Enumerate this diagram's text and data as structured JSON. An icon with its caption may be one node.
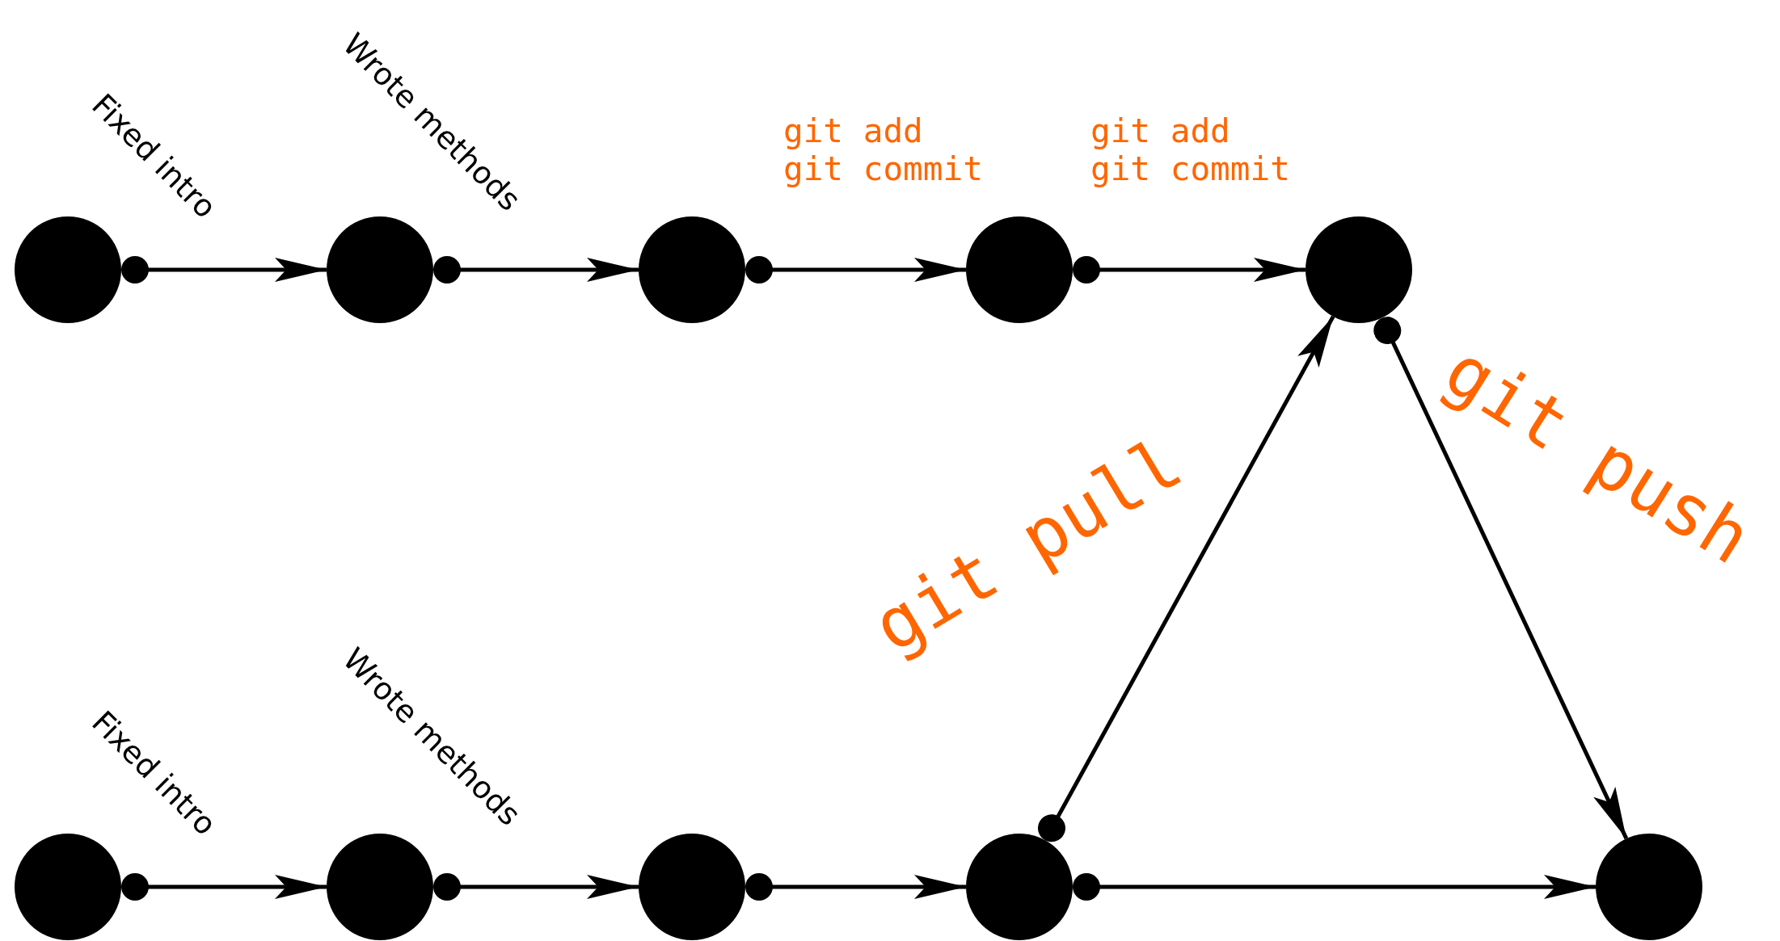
{
  "diagram": {
    "nodes": [
      {
        "text": [],
        "shape": "circle"
      },
      {
        "text": [],
        "shape": "circle"
      },
      {
        "text": [],
        "shape": "circle"
      },
      {
        "text": [],
        "shape": "circle"
      },
      {
        "text": [],
        "shape": "circle"
      },
      {
        "text": [],
        "shape": "circle"
      },
      {
        "text": [],
        "shape": "circle"
      },
      {
        "text": [],
        "shape": "circle"
      },
      {
        "text": [],
        "shape": "circle"
      },
      {
        "text": [],
        "shape": "circle"
      }
    ],
    "edges": [
      {
        "from": 0,
        "to": 1,
        "arrow": "to",
        "label": "Fixed intro"
      },
      {
        "from": 1,
        "to": 2,
        "arrow": "to",
        "label": "Wrote methods"
      },
      {
        "from": 2,
        "to": 3,
        "arrow": "to",
        "label": "git add git commit"
      },
      {
        "from": 3,
        "to": 4,
        "arrow": "to",
        "label": "git add git commit"
      },
      {
        "from": 5,
        "to": 6,
        "arrow": "to",
        "label": "Fixed intro"
      },
      {
        "from": 6,
        "to": 7,
        "arrow": "to",
        "label": "Wrote methods"
      },
      {
        "from": 7,
        "to": 8,
        "arrow": "to"
      },
      {
        "from": 8,
        "to": 9,
        "arrow": "to"
      },
      {
        "from": 8,
        "to": 4,
        "arrow": "to",
        "label": "git pull"
      },
      {
        "from": 4,
        "to": 9,
        "arrow": "to",
        "label": "git push"
      }
    ]
  }
}
